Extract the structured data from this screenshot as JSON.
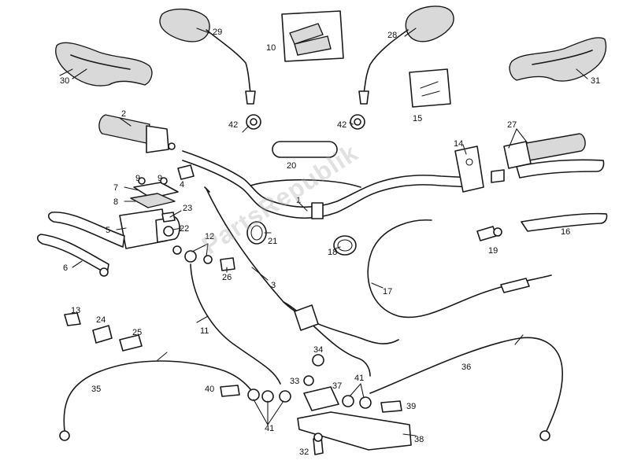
{
  "diagram": {
    "callouts": [
      "1",
      "2",
      "3",
      "4",
      "5",
      "6",
      "7",
      "8",
      "9",
      "9",
      "10",
      "11",
      "12",
      "13",
      "14",
      "15",
      "16",
      "17",
      "18",
      "19",
      "20",
      "21",
      "22",
      "23",
      "24",
      "25",
      "26",
      "27",
      "28",
      "29",
      "30",
      "31",
      "32",
      "33",
      "34",
      "35",
      "36",
      "37",
      "38",
      "39",
      "40",
      "41",
      "41",
      "42",
      "42"
    ],
    "watermark": "PartsRepublik"
  }
}
